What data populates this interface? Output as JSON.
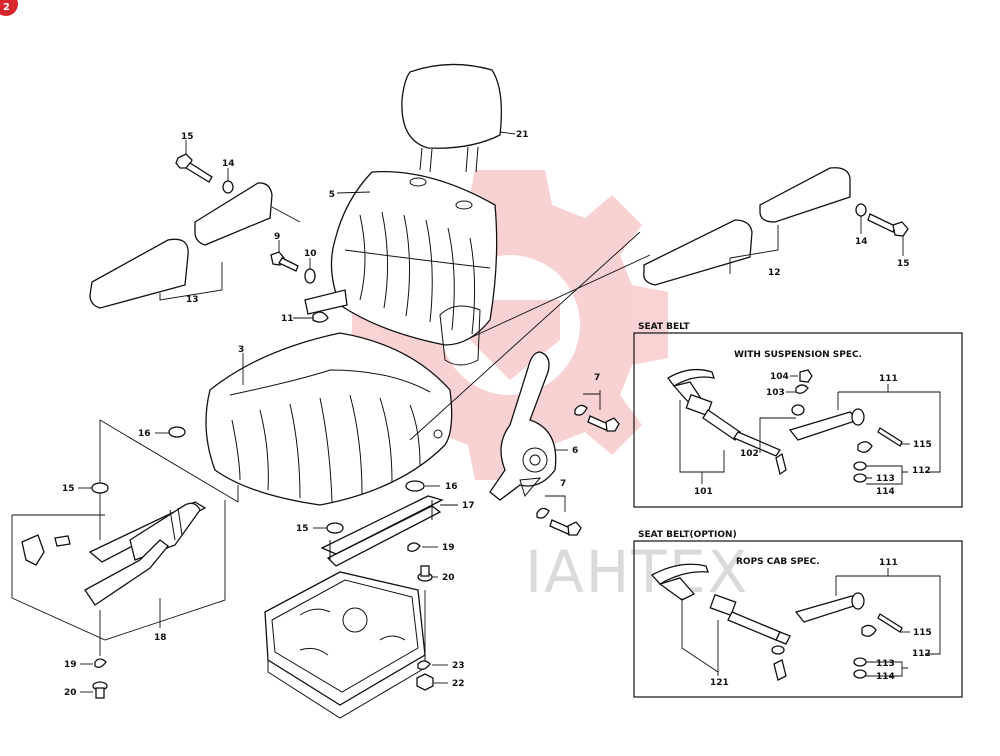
{
  "page_badge": "2",
  "watermark": "IAHTEX",
  "boxes": {
    "seat_belt": {
      "title": "SEAT BELT",
      "subtitle": "WITH SUSPENSION SPEC."
    },
    "seat_belt_option": {
      "title": "SEAT BELT(OPTION)",
      "subtitle": "ROPS CAB SPEC."
    }
  },
  "labels": {
    "p21": "21",
    "p5": "5",
    "p15a": "15",
    "p14a": "14",
    "p9": "9",
    "p10": "10",
    "p13": "13",
    "p11": "11",
    "p3": "3",
    "p16a": "16",
    "p15b": "15",
    "p15c": "15",
    "p16b": "16",
    "p17": "17",
    "p19a": "19",
    "p20a": "20",
    "p18": "18",
    "p19b": "19",
    "p20b": "20",
    "p23": "23",
    "p22": "22",
    "p6": "6",
    "p7a": "7",
    "p7b": "7",
    "p12": "12",
    "p14b": "14",
    "p15d": "15",
    "sb104": "104",
    "sb103": "103",
    "sb102": "102",
    "sb101": "101",
    "sb111": "111",
    "sb115": "115",
    "sb112": "112",
    "sb113": "113",
    "sb114": "114",
    "op111": "111",
    "op115": "115",
    "op112": "112",
    "op113": "113",
    "op114": "114",
    "op121": "121"
  },
  "colors": {
    "badge": "#d9262c",
    "watermark_gear": "#f7c7c8",
    "ink": "#111111"
  }
}
